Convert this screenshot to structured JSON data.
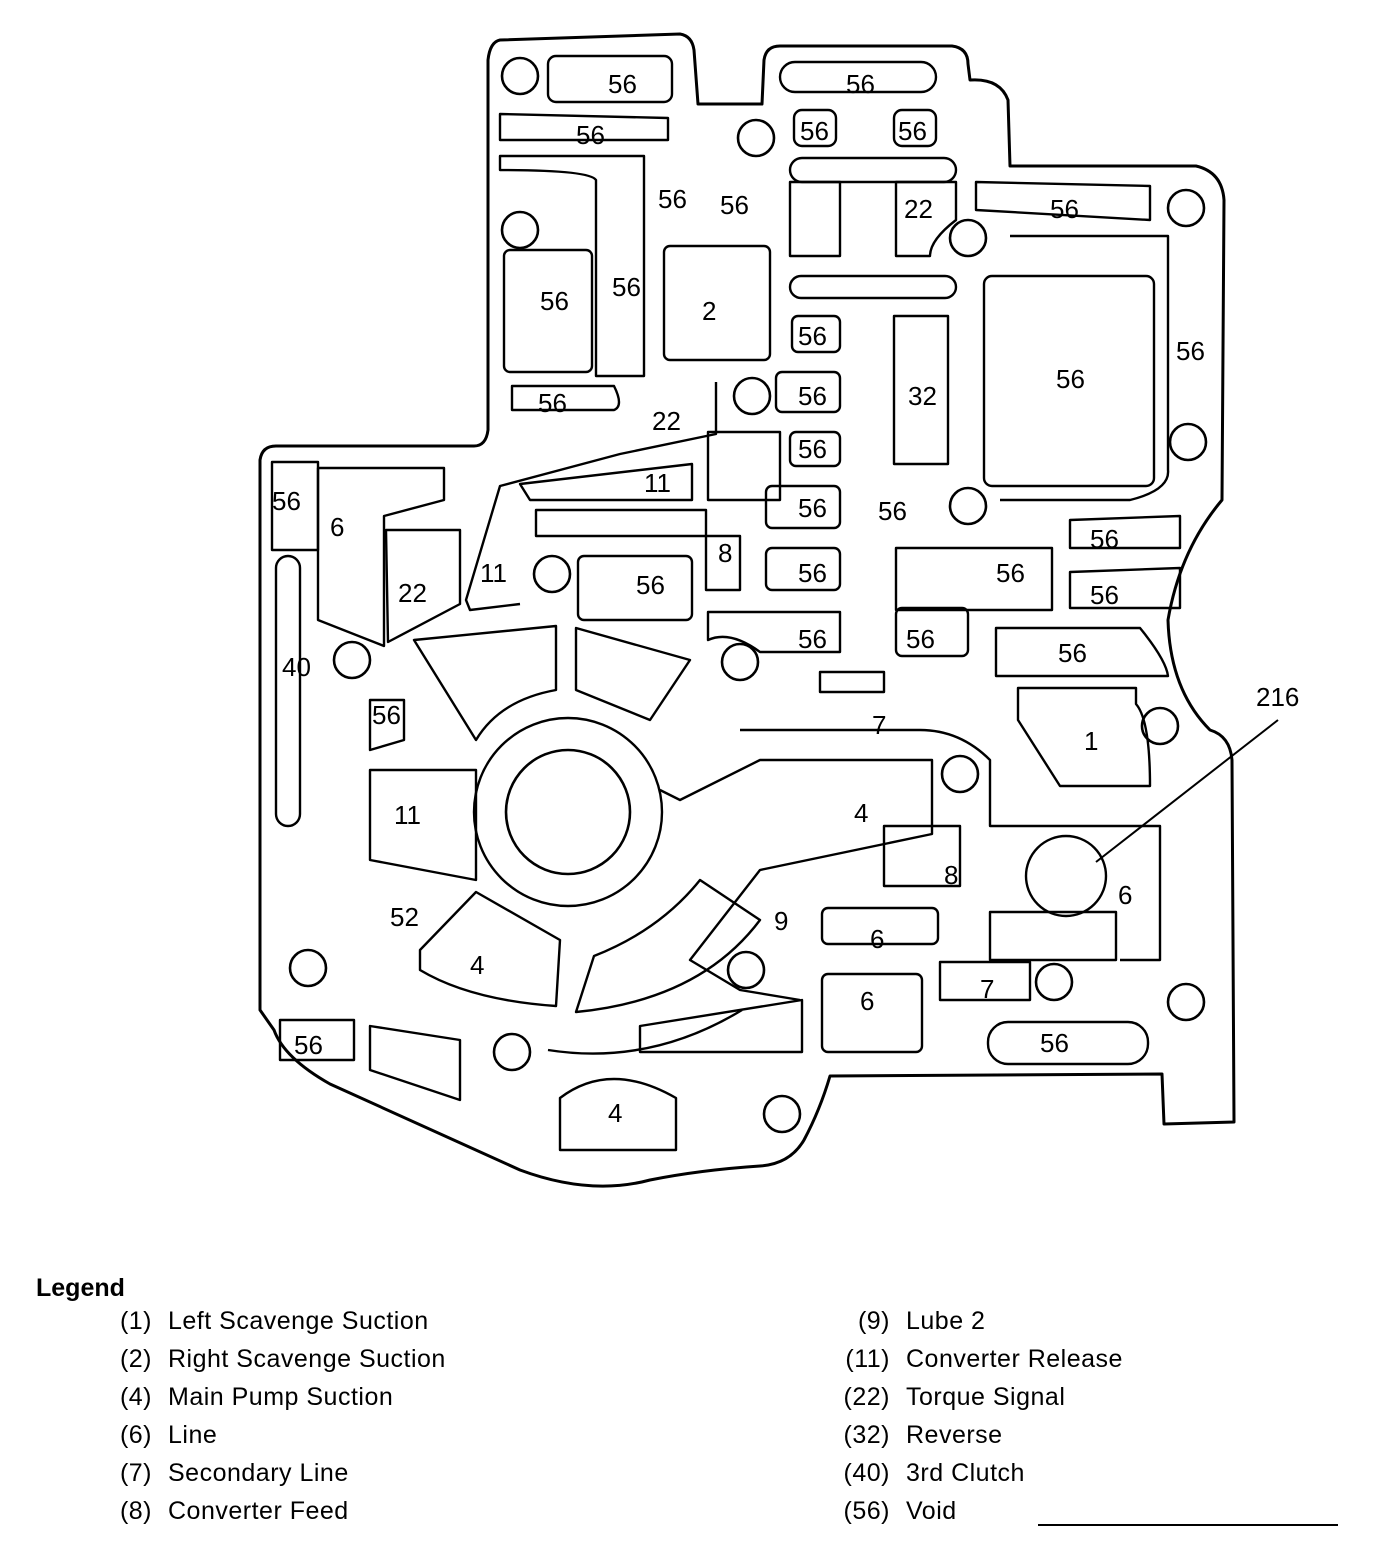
{
  "labels": {
    "void": "56",
    "left_scavenge": "1",
    "right_scavenge": "2",
    "main_pump": "4",
    "line": "6",
    "secondary_line": "7",
    "converter_feed": "8",
    "lube_2": "9",
    "converter_release": "11",
    "torque_signal": "22",
    "reverse": "32",
    "third_clutch": "40",
    "passage_52": "52",
    "callout_216": "216"
  },
  "legend": {
    "title": "Legend",
    "left": [
      {
        "code": "(1)",
        "label": "Left Scavenge Suction"
      },
      {
        "code": "(2)",
        "label": "Right Scavenge Suction"
      },
      {
        "code": "(4)",
        "label": "Main Pump Suction"
      },
      {
        "code": "(6)",
        "label": "Line"
      },
      {
        "code": "(7)",
        "label": "Secondary Line"
      },
      {
        "code": "(8)",
        "label": "Converter Feed"
      }
    ],
    "right": [
      {
        "code": "(9)",
        "label": "Lube 2"
      },
      {
        "code": "(11)",
        "label": "Converter Release"
      },
      {
        "code": "(22)",
        "label": "Torque Signal"
      },
      {
        "code": "(32)",
        "label": "Reverse"
      },
      {
        "code": "(40)",
        "label": "3rd Clutch"
      },
      {
        "code": "(56)",
        "label": "Void"
      }
    ]
  }
}
